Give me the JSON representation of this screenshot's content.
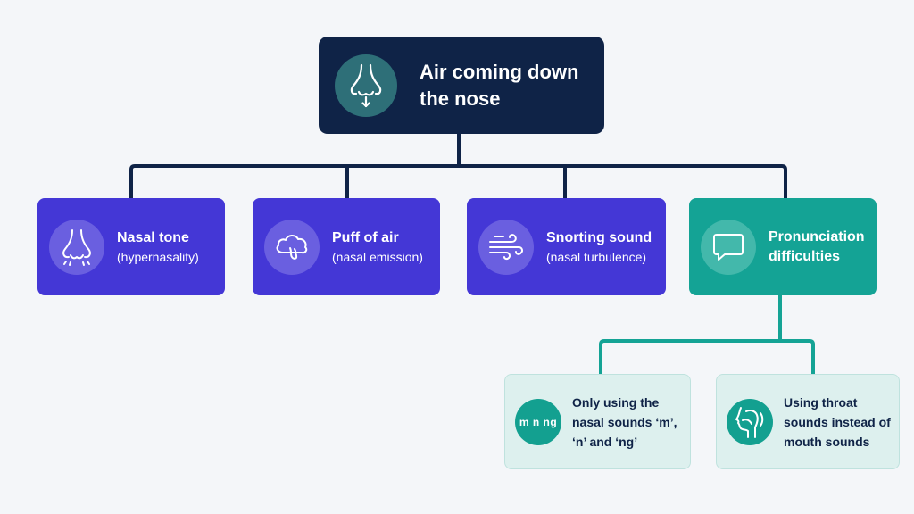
{
  "root": {
    "label": "Air coming down the nose",
    "icon": "nose-air-icon"
  },
  "symptoms": [
    {
      "title": "Nasal tone",
      "subtitle": "(hypernasality)",
      "icon": "nose-icon",
      "color": "#4437d6"
    },
    {
      "title": "Puff of air",
      "subtitle": "(nasal emission)",
      "icon": "cloud-puff-icon",
      "color": "#4437d6"
    },
    {
      "title": "Snorting sound",
      "subtitle": "(nasal turbulence)",
      "icon": "wind-icon",
      "color": "#4437d6"
    },
    {
      "title": "Pronunciation difficulties",
      "icon": "speech-bubble-icon",
      "color": "#14a395"
    }
  ],
  "pronunciation_details": [
    {
      "label": "Only using the nasal sounds ‘m’, ‘n’ and ‘ng’",
      "icon_text": "m n ng",
      "icon": "mnng-icon"
    },
    {
      "label": "Using throat sounds instead of mouth sounds",
      "icon": "throat-profile-icon"
    }
  ],
  "colors": {
    "root_bg": "#0f2347",
    "symptom_bg": "#4437d6",
    "pronunciation_bg": "#14a395",
    "detail_bg": "#ddf0ee",
    "connector": "#0f2347",
    "detail_connector": "#14a395",
    "background": "#f4f6f9"
  }
}
